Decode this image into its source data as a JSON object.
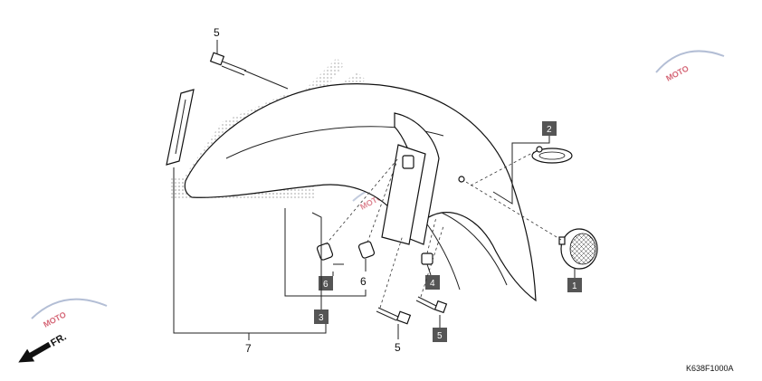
{
  "callouts": {
    "bolt_top": "5",
    "reflector_box": "2",
    "lens_box": "1",
    "nut_box": "4",
    "bolt_box": "5",
    "collar_box": "6",
    "collar_plain": "6",
    "emblem_box": "3",
    "emblem_plain": "7",
    "bolt_bottom": "5"
  },
  "direction_arrow": "FR.",
  "diagram_code": "K638F1000A",
  "watermark": {
    "text": "MOTO",
    "color": "#c7354a"
  },
  "colors": {
    "line": "#222222",
    "box_fill": "#555555",
    "dot_pattern": "#b9b9b9"
  }
}
